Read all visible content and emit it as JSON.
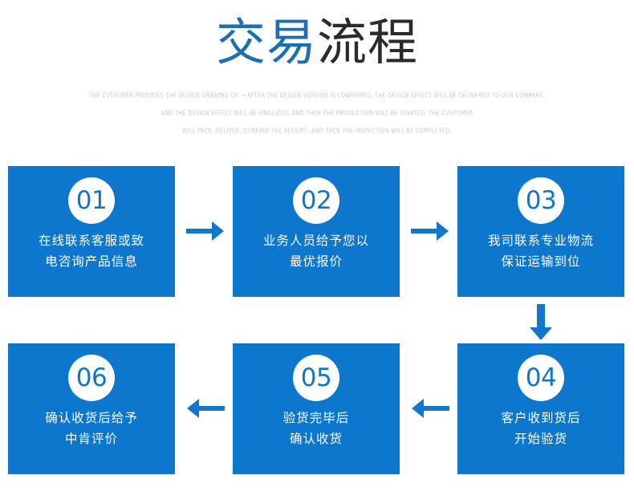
{
  "header": {
    "title_highlight": "交易",
    "title_rest": "流程",
    "subtitle_lines": [
      "THE CUSTOMER PROVIDES THE DESIGN DRAWING OR → AFTER THE DESIGN VERSION IS CONFIRMED, THE DESIGN EFFECT WILL BE DELIVERED TO OUR COMPANY,",
      "AND THE DESIGN EFFECT WILL BE FINALIZED, AND THEN THE PRODUCTION WILL BE STARTED. THE CUSTOMER",
      "WILL PACK, DELIVER, CONFIRM THE RECEIPT, AND THEN THE INSPECTION WILL BE COMPLETED."
    ]
  },
  "colors": {
    "box_blue": "#0d77ce",
    "title_blue": "#1a6fb5",
    "title_dark": "#2b2b2b",
    "arrow_blue": "#1077cd",
    "subtitle_gray": "#c9c9c9"
  },
  "steps": [
    {
      "number": "01",
      "line1": "在线联系客服或致",
      "line2": "电咨询产品信息"
    },
    {
      "number": "02",
      "line1": "业务人员给予您以",
      "line2": "最优报价"
    },
    {
      "number": "03",
      "line1": "我司联系专业物流",
      "line2": "保证运输到位"
    },
    {
      "number": "04",
      "line1": "客户收到货后",
      "line2": "开始验货"
    },
    {
      "number": "05",
      "line1": "验货完毕后",
      "line2": "确认收货"
    },
    {
      "number": "06",
      "line1": "确认收货后给予",
      "line2": "中肯评价"
    }
  ],
  "connectors": [
    {
      "name": "arrow-right-01-to-02",
      "direction": "right"
    },
    {
      "name": "arrow-right-02-to-03",
      "direction": "right"
    },
    {
      "name": "arrow-down-03-to-04",
      "direction": "down"
    },
    {
      "name": "arrow-left-04-to-05",
      "direction": "left"
    },
    {
      "name": "arrow-left-05-to-06",
      "direction": "left"
    }
  ]
}
